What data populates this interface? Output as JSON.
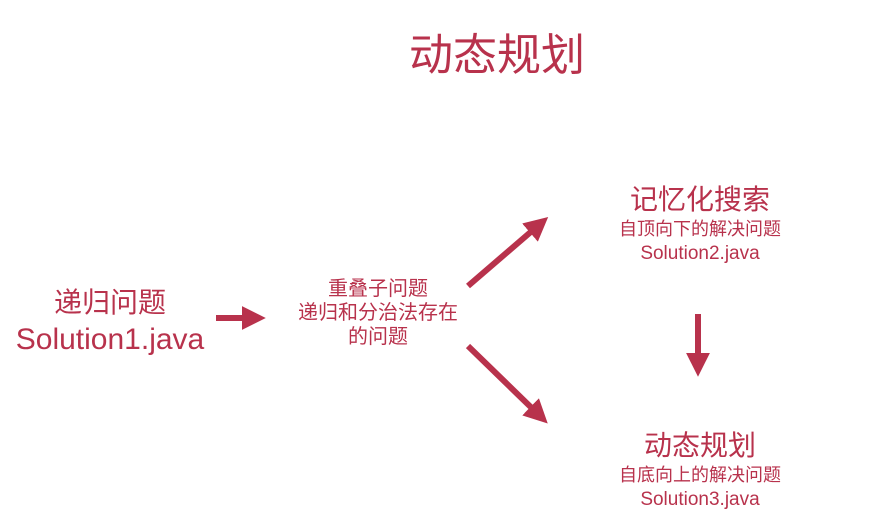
{
  "title": "动态规划",
  "colors": {
    "accent": "#b8324c"
  },
  "nodes": {
    "recursion": {
      "label": "递归问题",
      "file": "Solution1.java"
    },
    "overlap": {
      "lines": [
        "重叠子问题",
        "递归和分治法存在",
        "的问题"
      ]
    },
    "memo": {
      "label": "记忆化搜索",
      "desc": "自顶向下的解决问题",
      "file": "Solution2.java"
    },
    "dp": {
      "label": "动态规划",
      "desc": "自底向上的解决问题",
      "file": "Solution3.java"
    }
  }
}
